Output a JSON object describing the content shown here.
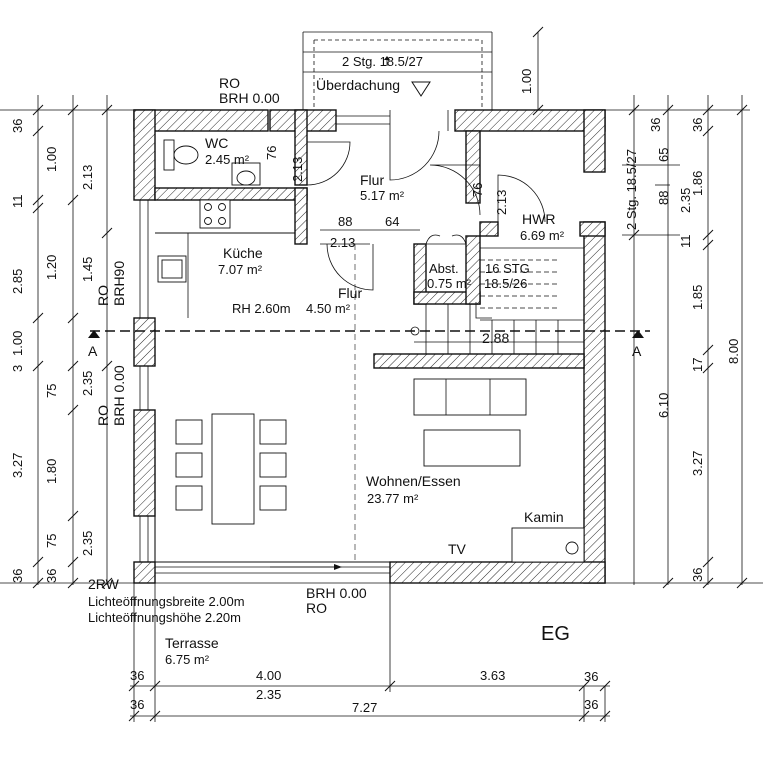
{
  "plan": {
    "floor_label": "EG",
    "rooms": {
      "wc": {
        "name": "WC",
        "area": "2.45 m²"
      },
      "flur1": {
        "name": "Flur",
        "area": "5.17 m²"
      },
      "hwr": {
        "name": "HWR",
        "area": "6.69 m²"
      },
      "kueche": {
        "name": "Küche",
        "area": "7.07 m²"
      },
      "flur2": {
        "name": "Flur",
        "area": "4.50 m²"
      },
      "abst": {
        "name": "Abst.",
        "area": "0.75 m²"
      },
      "wohnen": {
        "name": "Wohnen/Essen",
        "area": "23.77 m²"
      },
      "terrasse": {
        "name": "Terrasse",
        "area": "6.75 m²"
      }
    },
    "labels": {
      "ueberdachung": "Überdachung",
      "stg_top": "2 Stg. 18.5/27",
      "stg_right": "2 Stg. 18.5/27",
      "stg_16": "16 STG",
      "stg_16_ratio": "18.5/26",
      "ro_top": "RO",
      "brh_top": "BRH 0.00",
      "ro_left1": "RO",
      "brh_left1": "BRH90",
      "ro_left2": "RO",
      "brh_left2": "BRH 0.00",
      "brh_bottom": "BRH 0.00",
      "ro_bottom": "RO",
      "rw": "2RW",
      "licht_breite": "Lichteöffnungsbreite 2.00m",
      "licht_hoehe": "Lichteöffnungshöhe 2.20m",
      "rh": "RH 2.60m",
      "kamin": "Kamin",
      "tv": "TV",
      "section_a": "A",
      "stair_288": "2.88"
    },
    "dims": {
      "top_100": "1.00",
      "d_76a": "76",
      "d_213a": "2.13",
      "d_885": "88",
      "d_645": "64",
      "d_213b": "2.13",
      "d_76b": "76",
      "d_213c": "2.13",
      "left_outer_365a": "36",
      "left_outer_115": "11",
      "left_outer_2855": "2.85",
      "left_outer_1005": "1.00",
      "left_outer_3": "3",
      "left_outer_327": "3.27",
      "left_outer_365b": "36",
      "left_mid_100": "1.00",
      "left_mid_120": "1.20",
      "left_mid_75a": "75",
      "left_mid_180": "1.80",
      "left_mid_75b": "75",
      "left_mid_365": "36",
      "left_inner_213": "2.13",
      "left_inner_145": "1.45",
      "left_inner_235a": "2.35",
      "left_inner_235b": "2.35",
      "right_365a": "36",
      "right_65": "65",
      "right_885": "88",
      "right_115": "11",
      "right_186": "1.86",
      "right_235": "2.35",
      "right_185": "1.85",
      "right_175": "17",
      "right_327": "3.27",
      "right_365b": "36",
      "right_365c": "36",
      "right_610": "6.10",
      "right_800": "8.00",
      "bottom_365a": "36",
      "bottom_400": "4.00",
      "bottom_3635": "3.63",
      "bottom_365b": "36",
      "bottom_235": "2.35",
      "bottom_365c": "36",
      "bottom_727": "7.27",
      "bottom_365d": "36"
    }
  }
}
